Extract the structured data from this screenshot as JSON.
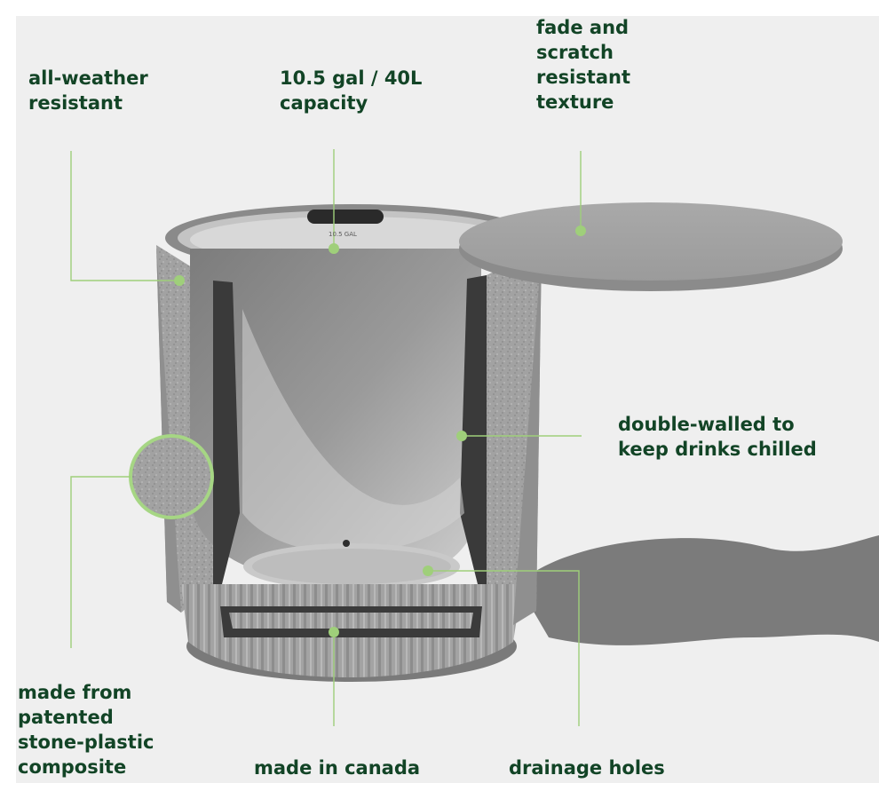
{
  "annotations": [
    {
      "id": "all-weather",
      "lines": [
        "all-weather",
        "resistant"
      ]
    },
    {
      "id": "capacity",
      "lines": [
        "10.5 gal / 40L",
        "capacity"
      ]
    },
    {
      "id": "texture",
      "lines": [
        "fade and",
        "scratch",
        "resistant",
        "texture"
      ]
    },
    {
      "id": "double-walled",
      "lines": [
        "double-walled to",
        "keep drinks chilled"
      ]
    },
    {
      "id": "material",
      "lines": [
        "made from",
        "patented",
        "stone-plastic",
        "composite"
      ]
    },
    {
      "id": "origin",
      "lines": [
        "made in canada"
      ]
    },
    {
      "id": "drainage",
      "lines": [
        "drainage holes"
      ]
    }
  ],
  "inner_marking": "10.5 GAL",
  "colors": {
    "background": "#efefef",
    "label_text": "#124426",
    "callout_line": "#9fcf7a",
    "body_stone": "#a8a8a8",
    "liner": "#8f8f8f"
  }
}
